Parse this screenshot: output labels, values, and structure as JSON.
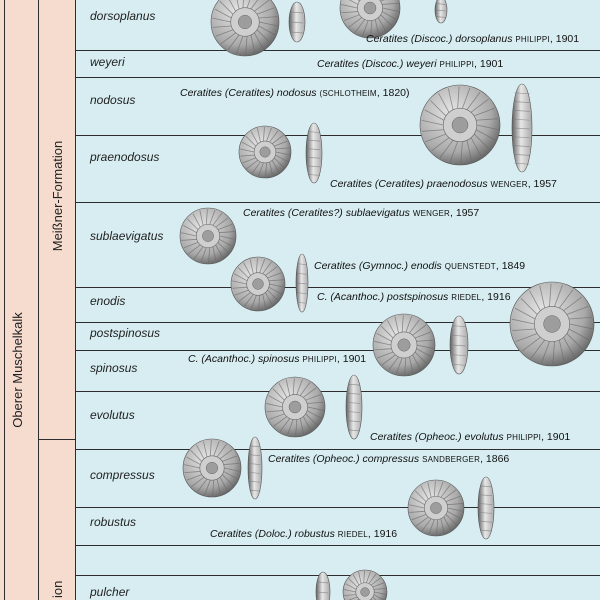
{
  "colors": {
    "panel_bg": "#d7edf1",
    "left_bg": "#f6dccf",
    "line": "#2d2d2d",
    "fossil_light": "#e7e7e7",
    "fossil_mid": "#a9a9a9",
    "fossil_dark": "#5f5f5f"
  },
  "columns": {
    "outer": "Oberer Muschelkalk",
    "formations": [
      {
        "name": "Meißner-Formation",
        "zone_range": [
          0,
          9
        ]
      },
      {
        "name": "ion",
        "zone_range": [
          12,
          12
        ]
      }
    ]
  },
  "zones": [
    {
      "name": "dorsoplanus"
    },
    {
      "name": "weyeri"
    },
    {
      "name": "nodosus"
    },
    {
      "name": "praenodosus"
    },
    {
      "name": "sublaevigatus"
    },
    {
      "name": "enodis"
    },
    {
      "name": "postspinosus"
    },
    {
      "name": "spinosus"
    },
    {
      "name": "evolutus"
    },
    {
      "name": "compressus"
    },
    {
      "name": "robustus"
    },
    {
      "name": ""
    },
    {
      "name": "pulcher"
    }
  ],
  "species": [
    {
      "italic": "Ceratites (Discoc.) dorsoplanus",
      "author": "Philippi",
      "year": ", 1901"
    },
    {
      "italic": "Ceratites (Discoc.) weyeri",
      "author": "Philippi",
      "year": ", 1901"
    },
    {
      "italic": "Ceratites (Ceratites) nodosus",
      "author": "(Schlotheim",
      "year": ", 1820)"
    },
    {
      "italic": "Ceratites (Ceratites) praenodosus",
      "author": "Wenger",
      "year": ", 1957"
    },
    {
      "italic": "Ceratites (Ceratites?) sublaevigatus",
      "author": "Wenger",
      "year": ", 1957"
    },
    {
      "italic": "Ceratites (Gymnoc.) enodis",
      "author": "Quenstedt",
      "year": ", 1849"
    },
    {
      "italic": "C. (Acanthoc.) postspinosus",
      "author": "Riedel",
      "year": ", 1916"
    },
    {
      "italic": "C. (Acanthoc.) spinosus",
      "author": "Philippi",
      "year": ", 1901"
    },
    {
      "italic": "Ceratites (Opheoc.) evolutus",
      "author": "Philippi",
      "year": ", 1901"
    },
    {
      "italic": "Ceratites (Opheoc.) compressus",
      "author": "Sandberger",
      "year": ", 1866"
    },
    {
      "italic": "Ceratites (Doloc.) robustus",
      "author": "Riedel",
      "year": ", 1916"
    }
  ]
}
